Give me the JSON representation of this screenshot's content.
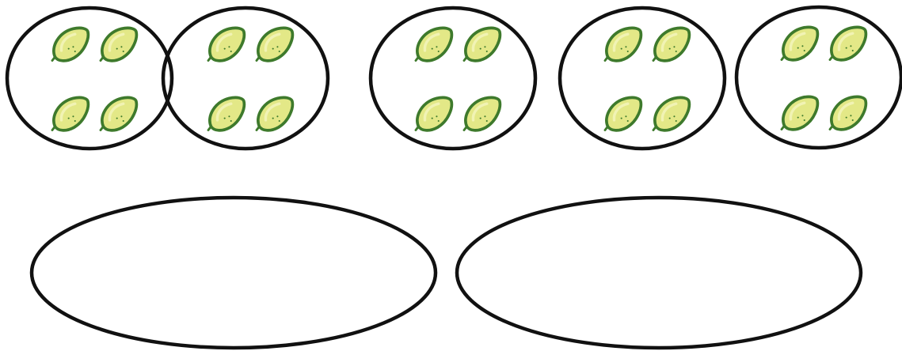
{
  "groups": [
    {
      "item": "lemon",
      "count": 4
    },
    {
      "item": "lemon",
      "count": 4
    },
    {
      "item": "lemon",
      "count": 4
    },
    {
      "item": "lemon",
      "count": 4
    },
    {
      "item": "lemon",
      "count": 4
    }
  ],
  "empty_groups": 2,
  "colors": {
    "outline": "#111111",
    "lemon_fill": "#e3e887",
    "lemon_stroke": "#3e7a2c",
    "lemon_highlight": "#f1f3b4"
  }
}
